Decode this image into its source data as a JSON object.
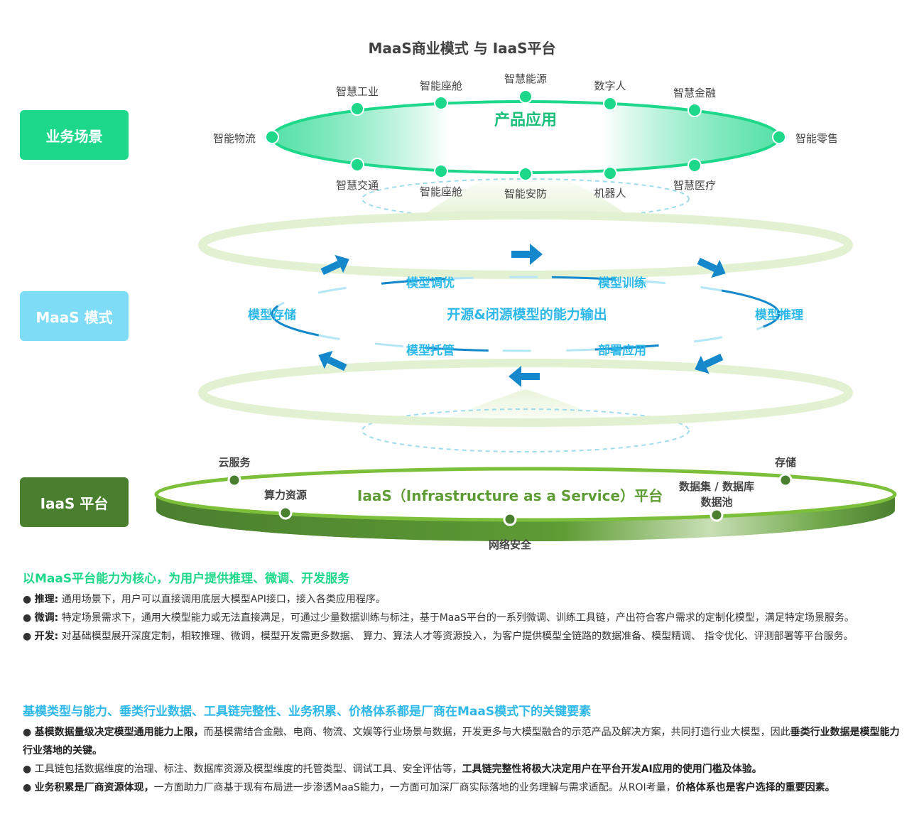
{
  "title": "MaaS商业模式 与 IaaS平台",
  "labels": {
    "business": "业务场景",
    "maas": "MaaS 模式",
    "iaas": "IaaS 平台"
  },
  "colors": {
    "business": "#1dd78a",
    "maas": "#7fdcf6",
    "iaas": "#4a7f2f",
    "heading_green": "#1dd78a",
    "heading_blue": "#2db8e8",
    "arrow": "#1588cc"
  },
  "product": {
    "center": "产品应用",
    "top_items": [
      "智慧工业",
      "智能座舱",
      "智慧能源",
      "数字人",
      "智慧金融"
    ],
    "left": "智能物流",
    "right": "智能零售",
    "bottom_items": [
      "智慧交通",
      "智能座舱",
      "智能安防",
      "机器人",
      "智慧医疗"
    ]
  },
  "maas": {
    "center": "开源&闭源模型的能力输出",
    "items": [
      "模型调优",
      "模型训练",
      "模型存储",
      "模型推理",
      "模型托管",
      "部署应用"
    ]
  },
  "iaas": {
    "center": "IaaS（Infrastructure as a Service）平台",
    "items": [
      "云服务",
      "存储",
      "算力资源",
      "数据集 / 数据库",
      "数据池",
      "网络安全"
    ]
  },
  "section1": {
    "heading": "以MaaS平台能力为核心，为用户提供推理、微调、开发服务",
    "b1_label": "推理:",
    "b1_text": "通用场景下，用户可以直接调用底层大模型API接口，接入各类应用程序。",
    "b2_label": "微调:",
    "b2_text": "特定场景需求下，通用大模型能力或无法直接满足，可通过少量数据训练与标注，基于MaaS平台的一系列微调、训练工具链，产出符合客户需求的定制化模型，满足特定场景服务。",
    "b3_label": "开发:",
    "b3_text": "对基础模型展开深度定制，相较推理、微调，模型开发需更多数据、 算力、算法人才等资源投入，为客户提供模型全链路的数据准备、模型精调、 指令优化、评测部署等平台服务。"
  },
  "section2": {
    "heading": "基模类型与能力、垂类行业数据、工具链完整性、业务积累、价格体系都是厂商在MaaS模式下的关键要素",
    "b1_bold": "基模数据量级决定模型通用能力上限，",
    "b1_text": "而基模需结合金融、电商、物流、文娱等行业场景与数据，开发更多与大模型融合的示范产品及解决方案，共同打造行业大模型，因此",
    "b1_bold2": "垂类行业数据是模型能力行业落地的关键。",
    "b2_text": "工具链包括数据维度的治理、标注、数据库资源及模型维度的托管类型、调试工具、安全评估等，",
    "b2_bold": "工具链完整性将极大决定用户在平台开发AI应用的使用门槛及体验。",
    "b3_bold": "业务积累是厂商资源体现，",
    "b3_text": "一方面助力厂商基于现有布局进一步渗透MaaS能力，一方面可加深厂商实际落地的业务理解与需求适配。从ROI考量，",
    "b3_bold2": "价格体系也是客户选择的重要因素。"
  }
}
